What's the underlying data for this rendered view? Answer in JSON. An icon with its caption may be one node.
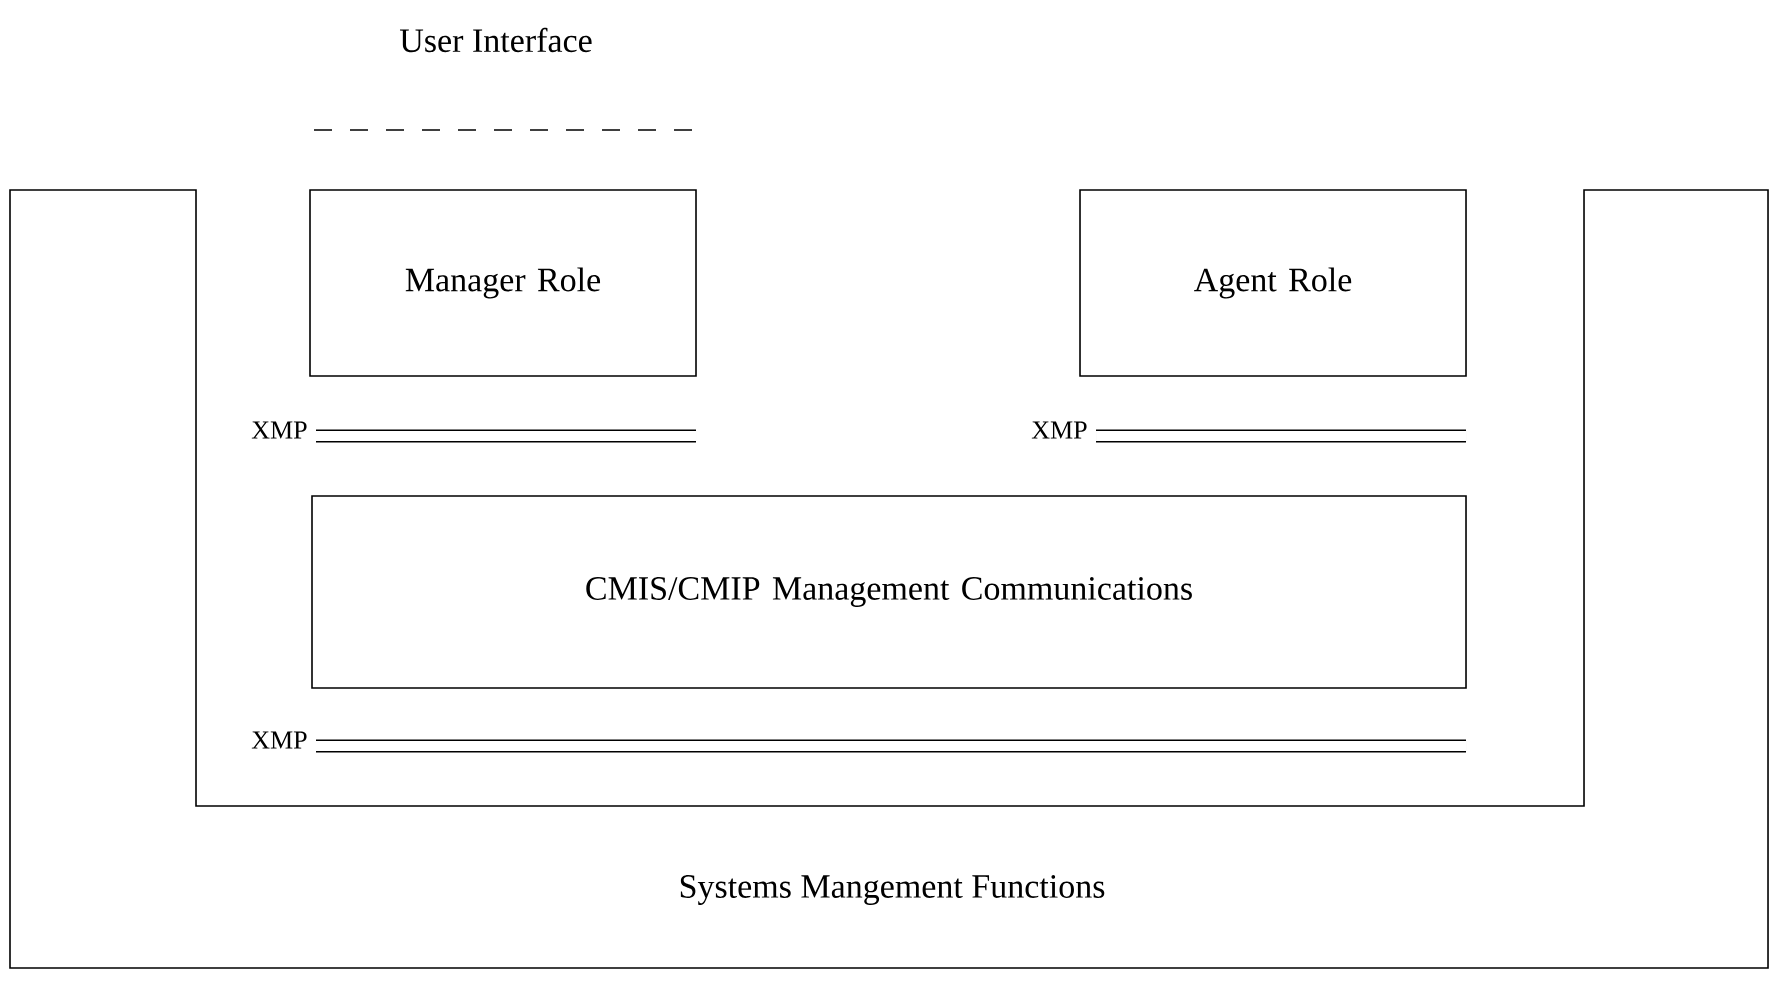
{
  "diagram": {
    "nodes": [
      {
        "text": [
          "Manager Role"
        ]
      },
      {
        "text": [
          "Agent Role"
        ]
      },
      {
        "text": [
          "CMIS/CMIP Management Communications"
        ]
      },
      {
        "text": [
          "Systems Mangement Functions"
        ]
      }
    ],
    "labels": [
      "User Interface",
      "XMP",
      "XMP",
      "XMP"
    ]
  }
}
